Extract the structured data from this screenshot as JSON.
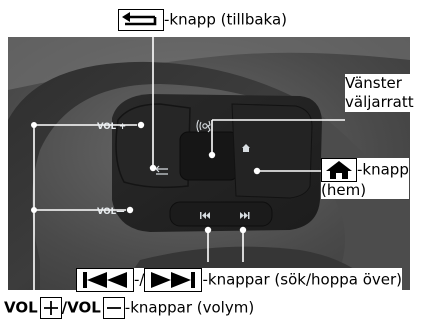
{
  "callouts": {
    "back": {
      "label": "-knapp (tillbaka)",
      "icon": "back-arrow-icon"
    },
    "left_selector": {
      "line1": "Vänster",
      "line2": "väljarratt"
    },
    "home": {
      "label_line1": "-knapp",
      "label_line2": "(hem)",
      "icon": "house-icon"
    },
    "seek": {
      "separator": "-/",
      "label": "-knappar (sök/hoppa över)",
      "icons": [
        "skip-back-icon",
        "skip-forward-icon"
      ]
    },
    "volume": {
      "vol_plus": "VOL",
      "slash": "/",
      "vol_minus": "VOL",
      "label": "-knappar (volym)",
      "icons": [
        "plus-icon",
        "minus-icon"
      ]
    }
  },
  "wheel_buttons": {
    "vol_plus": "VOL +",
    "vol_minus": "VOL—"
  }
}
